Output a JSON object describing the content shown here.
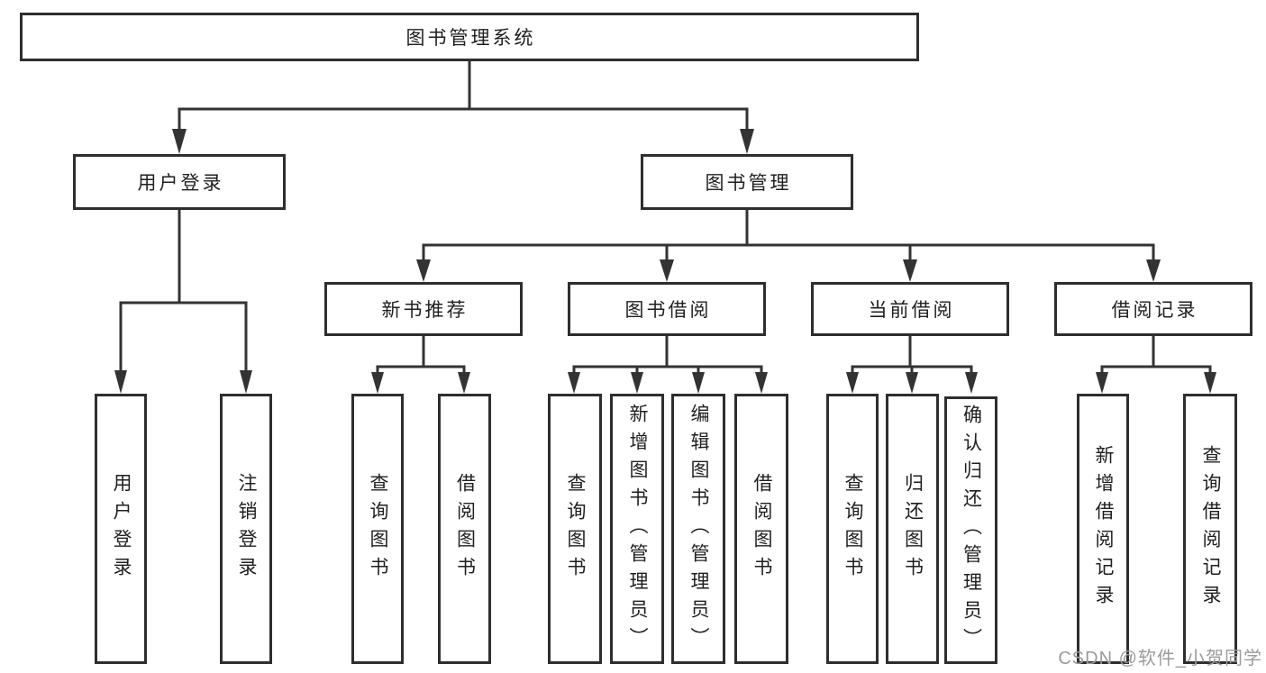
{
  "diagram": {
    "title": "图书管理系统",
    "nodes": {
      "root": {
        "label": "图书管理系统"
      },
      "user_login": {
        "label": "用户登录"
      },
      "book_mgmt": {
        "label": "图书管理"
      },
      "new_book_rec": {
        "label": "新书推荐"
      },
      "book_borrow": {
        "label": "图书借阅"
      },
      "current_borrow": {
        "label": "当前借阅"
      },
      "borrow_record": {
        "label": "借阅记录"
      },
      "leaf_user_login": {
        "label": "用户登录"
      },
      "leaf_logout": {
        "label": "注销登录"
      },
      "leaf_nbr_query": {
        "label": "查询图书"
      },
      "leaf_nbr_borrow": {
        "label": "借阅图书"
      },
      "leaf_bb_query": {
        "label": "查询图书"
      },
      "leaf_bb_add": {
        "label": "新增图书（管理员）"
      },
      "leaf_bb_edit": {
        "label": "编辑图书（管理员）"
      },
      "leaf_bb_borrow": {
        "label": "借阅图书"
      },
      "leaf_cb_query": {
        "label": "查询图书"
      },
      "leaf_cb_return": {
        "label": "归还图书"
      },
      "leaf_cb_confirm": {
        "label": "确认归还（管理员）"
      },
      "leaf_br_add": {
        "label": "新增借阅记录"
      },
      "leaf_br_query": {
        "label": "查询借阅记录"
      }
    },
    "hierarchy": {
      "图书管理系统": {
        "用户登录": [
          "用户登录",
          "注销登录"
        ],
        "图书管理": {
          "新书推荐": [
            "查询图书",
            "借阅图书"
          ],
          "图书借阅": [
            "查询图书",
            "新增图书（管理员）",
            "编辑图书（管理员）",
            "借阅图书"
          ],
          "当前借阅": [
            "查询图书",
            "归还图书",
            "确认归还（管理员）"
          ],
          "借阅记录": [
            "新增借阅记录",
            "查询借阅记录"
          ]
        }
      }
    }
  },
  "watermark": {
    "text": "CSDN @软件_小贺同学"
  },
  "colors": {
    "line": "#333333",
    "box_border": "#2e2e2e",
    "text": "#1f1f1f",
    "watermark": "#9b9b9b",
    "background": "#ffffff"
  }
}
